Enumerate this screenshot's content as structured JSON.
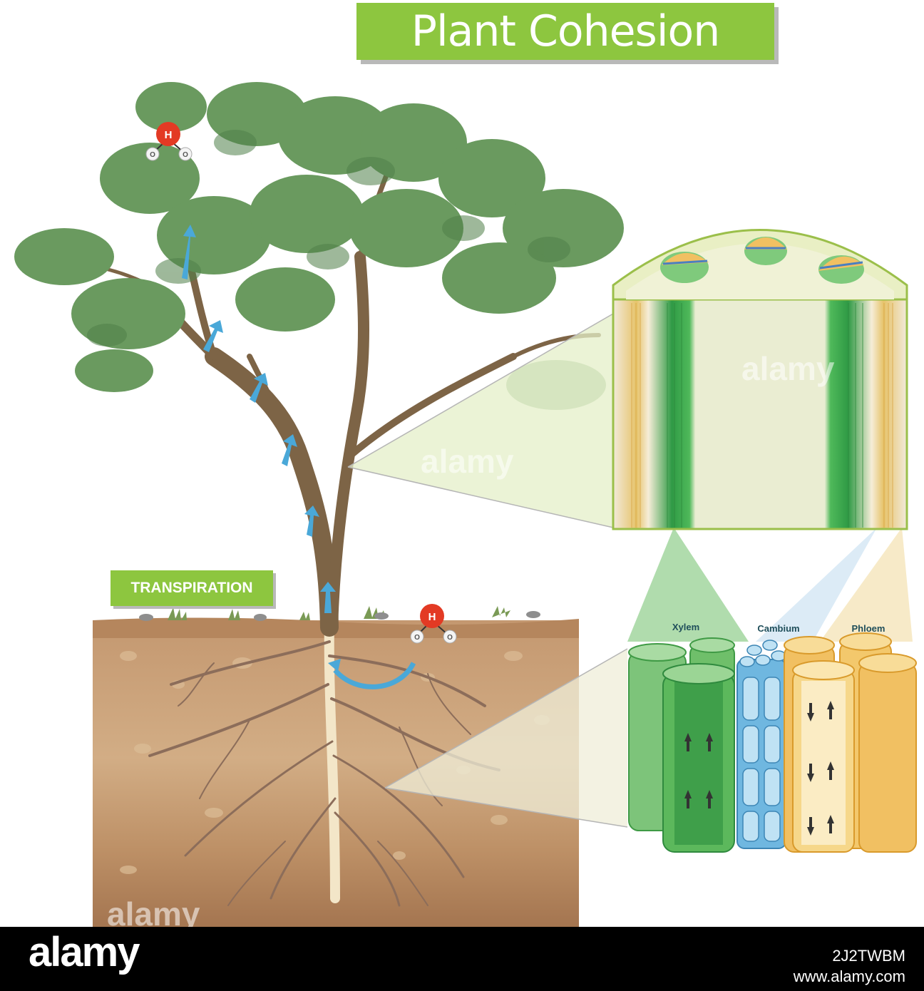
{
  "title": "Plant Cohesion",
  "process_label": "TRANSPIRATION",
  "tissue_labels": {
    "xylem": "Xylem",
    "cambium": "Cambium",
    "phloem": "Phloem"
  },
  "molecule": {
    "hydrogen": "H",
    "oxygen_left": "O",
    "oxygen_right": "O"
  },
  "watermark": {
    "logo": "alamy",
    "image_id": "2J2TWBM",
    "url": "www.alamy.com",
    "overlay": "alamy"
  },
  "colors": {
    "title_green": "#8dc63f",
    "foliage": "#6a9a5f",
    "trunk": "#7d6446",
    "soil": "#c9a27a",
    "flow_arrow": "#4aa8d8",
    "xylem": "#5cb85c",
    "cambium": "#6fb7e0",
    "phloem": "#f1c062"
  }
}
